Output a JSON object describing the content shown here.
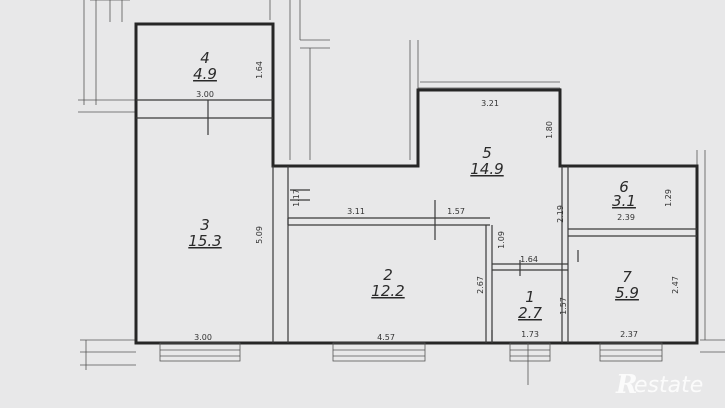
{
  "rooms": [
    {
      "number": "4",
      "area": "4.9"
    },
    {
      "number": "3",
      "area": "15.3"
    },
    {
      "number": "5",
      "area": "14.9"
    },
    {
      "number": "2",
      "area": "12.2"
    },
    {
      "number": "1",
      "area": "2.7"
    },
    {
      "number": "6",
      "area": "3.1"
    },
    {
      "number": "7",
      "area": "5.9"
    }
  ],
  "dimensions": [
    "3.00",
    "1.64",
    "3.21",
    "1.80",
    "1.17",
    "5.09",
    "3.11",
    "1.57",
    "2.19",
    "1.29",
    "2.39",
    "1.09",
    "1.64",
    "2.67",
    "2.47",
    "1.57",
    "3.00",
    "4.57",
    "1.73",
    "2.37"
  ],
  "watermark": {
    "logo_letter": "R",
    "text": "estate"
  }
}
